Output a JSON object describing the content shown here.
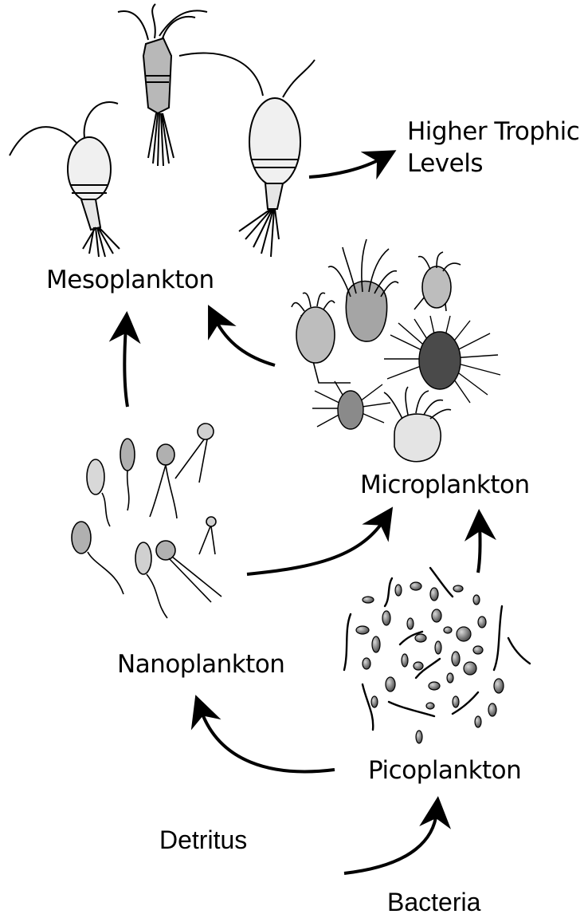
{
  "labels": {
    "higher_trophic_line1": "Higher Trophic",
    "higher_trophic_line2": "Levels",
    "mesoplankton": "Mesoplankton",
    "microplankton": "Microplankton",
    "nanoplankton": "Nanoplankton",
    "picoplankton": "Picoplankton",
    "detritus": "Detritus",
    "bacteria": "Bacteria"
  },
  "colors": {
    "ink": "#000000",
    "light_fill": "#eeeeee",
    "mid_fill": "#bdbdbd",
    "dark_fill": "#8a8a8a",
    "darkest_fill": "#4a4a4a"
  }
}
